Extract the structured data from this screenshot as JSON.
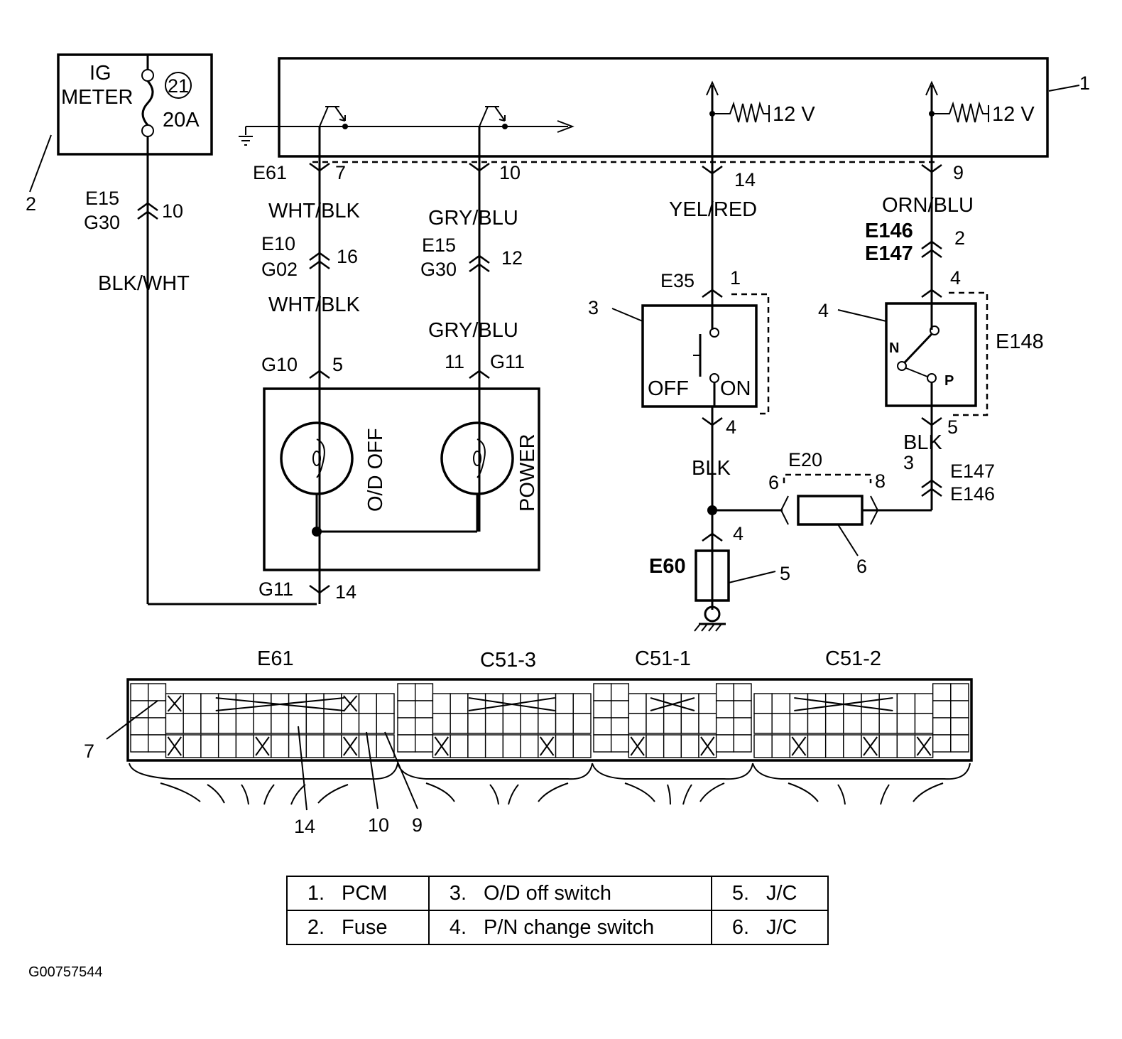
{
  "figure_id": "G00757544",
  "fuse_box": {
    "line1": "IG",
    "line2": "METER",
    "number": "21",
    "rating": "20A"
  },
  "pcm": {
    "voltage_left": "12 V",
    "voltage_right": "12 V"
  },
  "connectors": {
    "e15_g30_left": {
      "top": "E15",
      "bottom": "G30",
      "pin": "10"
    },
    "e61_7": {
      "name": "E61",
      "pin": "7"
    },
    "e61_10": {
      "pin": "10"
    },
    "e61_14": {
      "pin": "14"
    },
    "e61_9": {
      "pin": "9"
    },
    "e10_g02": {
      "top": "E10",
      "bottom": "G02",
      "pin": "16"
    },
    "e15_g30_mid": {
      "top": "E15",
      "bottom": "G30",
      "pin": "12"
    },
    "g10_5": {
      "name": "G10",
      "pin": "5"
    },
    "g11_11": {
      "name": "G11",
      "pin": "11"
    },
    "g11_14": {
      "name": "G11",
      "pin": "14"
    },
    "e35_1": {
      "name": "E35",
      "pin": "1"
    },
    "e35_4": {
      "pin": "4"
    },
    "e146_e147_top": {
      "top": "E146",
      "bottom": "E147",
      "pin": "2"
    },
    "e148_4": {
      "pin": "4"
    },
    "e148_5": {
      "pin": "5"
    },
    "e148": "E148",
    "e147_e146_bottom": {
      "top": "E147",
      "bottom": "E146",
      "pin": "3"
    },
    "e20": {
      "name": "E20",
      "pin_left": "6",
      "pin_right": "8"
    },
    "e60": {
      "name": "E60",
      "pin": "4"
    }
  },
  "wires": {
    "blk_wht": "BLK/WHT",
    "wht_blk_1": "WHT/BLK",
    "wht_blk_2": "WHT/BLK",
    "gry_blu_1": "GRY/BLU",
    "gry_blu_2": "GRY/BLU",
    "yel_red": "YEL/RED",
    "orn_blu": "ORN/BLU",
    "blk_1": "BLK",
    "blk_2": "BLK"
  },
  "lamps": {
    "od_off": "O/D OFF",
    "power": "POWER"
  },
  "switches": {
    "od": {
      "off": "OFF",
      "on": "ON"
    },
    "pn": {
      "n": "N",
      "p": "P"
    }
  },
  "callouts": [
    "1",
    "2",
    "3",
    "4",
    "5",
    "6",
    "7",
    "14",
    "10",
    "9"
  ],
  "pcm_connectors": {
    "e61": "E61",
    "c51_3": "C51-3",
    "c51_1": "C51-1",
    "c51_2": "C51-2"
  },
  "legend": [
    [
      {
        "n": "1.",
        "t": "PCM"
      },
      {
        "n": "3.",
        "t": "O/D off switch"
      },
      {
        "n": "5.",
        "t": "J/C"
      }
    ],
    [
      {
        "n": "2.",
        "t": "Fuse"
      },
      {
        "n": "4.",
        "t": "P/N change switch"
      },
      {
        "n": "6.",
        "t": "J/C"
      }
    ]
  ]
}
